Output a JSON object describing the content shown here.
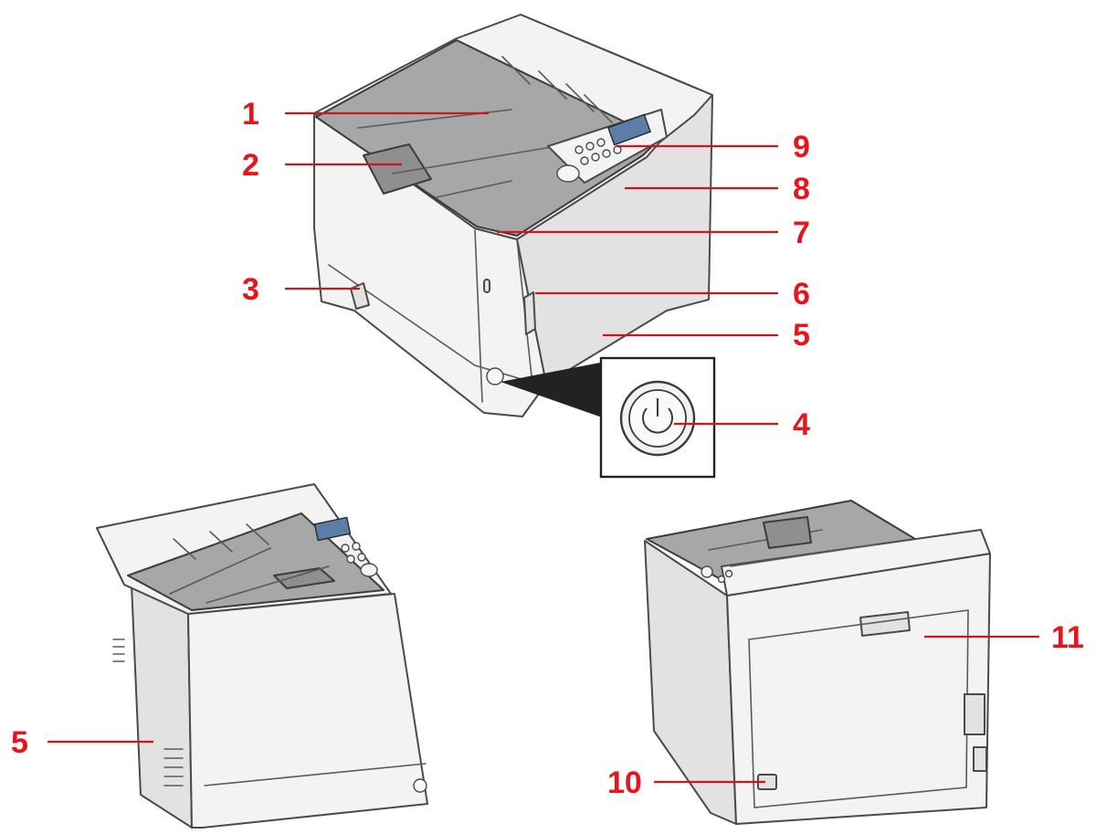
{
  "callouts": [
    {
      "id": "1",
      "label": "1"
    },
    {
      "id": "2",
      "label": "2"
    },
    {
      "id": "3",
      "label": "3"
    },
    {
      "id": "4",
      "label": "4"
    },
    {
      "id": "5a",
      "label": "5"
    },
    {
      "id": "5b",
      "label": "5"
    },
    {
      "id": "6",
      "label": "6"
    },
    {
      "id": "7",
      "label": "7"
    },
    {
      "id": "8",
      "label": "8"
    },
    {
      "id": "9",
      "label": "9"
    },
    {
      "id": "10",
      "label": "10"
    },
    {
      "id": "11",
      "label": "11"
    }
  ],
  "colors": {
    "callout": "#e8141b",
    "printer_body": "#f3f3f3",
    "printer_top": "#a7a7a7",
    "lcd": "#5b7ea8"
  }
}
